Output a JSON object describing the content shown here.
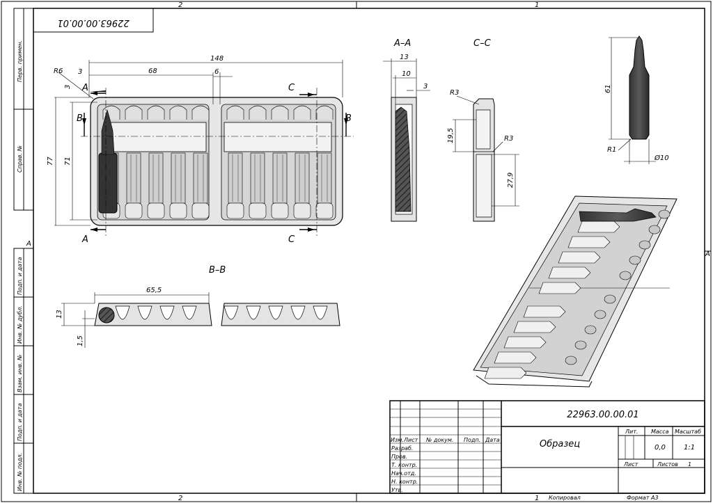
{
  "frame": {
    "zones_top": [
      "2",
      "1"
    ],
    "zones_bottom": [
      "2",
      "1"
    ],
    "zone_side_left": "A",
    "zone_side_right": "A"
  },
  "mirror_code": "22963.00.00.01",
  "left_strip": {
    "perv_primen": "Перв. примен.",
    "sprav_no": "Справ. №",
    "podp_data_1": "Подп. и дата",
    "inv_dubl": "Инв. № дубл.",
    "vzam_inv": "Взам. инв. №",
    "podp_data_2": "Подп. и дата",
    "inv_podl": "Инв. № подл."
  },
  "sections": {
    "aa": "A–A",
    "cc": "C–C",
    "bb": "B–B"
  },
  "cut_marks": {
    "a_top": "A",
    "a_bottom": "A",
    "b_left": "B",
    "b_right": "B",
    "c_top": "C",
    "c_bottom": "C"
  },
  "dims_plan": {
    "d148": "148",
    "d68": "68",
    "d6": "6",
    "d3a": "3",
    "d3b": "3",
    "r6": "R6",
    "d77": "77",
    "d71": "71"
  },
  "dims_aa": {
    "d13": "13",
    "d10": "10",
    "d3": "3"
  },
  "dims_cc": {
    "r3a": "R3",
    "r3b": "R3",
    "d19_5": "19,5",
    "d27_9": "27,9"
  },
  "dims_cartridge": {
    "d61": "61",
    "r1": "R1",
    "d10": "Ø10"
  },
  "dims_bb": {
    "d65_5": "65,5",
    "d13": "13",
    "d1_5": "1,5"
  },
  "title_block": {
    "code": "22963.00.00.01",
    "name": "Образец",
    "col_izm": "Изм.",
    "col_list": "Лист",
    "col_doc": "№ докум.",
    "col_podp": "Подп.",
    "col_data": "Дата",
    "razrab": "Разраб.",
    "prov": "Пров.",
    "t_kontr": "Т. контр.",
    "nach_otd": "Нач.отд.",
    "n_kontr": "Н. контр.",
    "utv": "Утв.",
    "lit": "Лит.",
    "massa": "Масса",
    "masshtab": "Масштаб",
    "massa_val": "0,0",
    "scale_val": "1:1",
    "list": "Лист",
    "listov": "Листов",
    "listov_val": "1"
  },
  "footer": {
    "kopiroval": "Копировал",
    "format": "Формат А3"
  }
}
